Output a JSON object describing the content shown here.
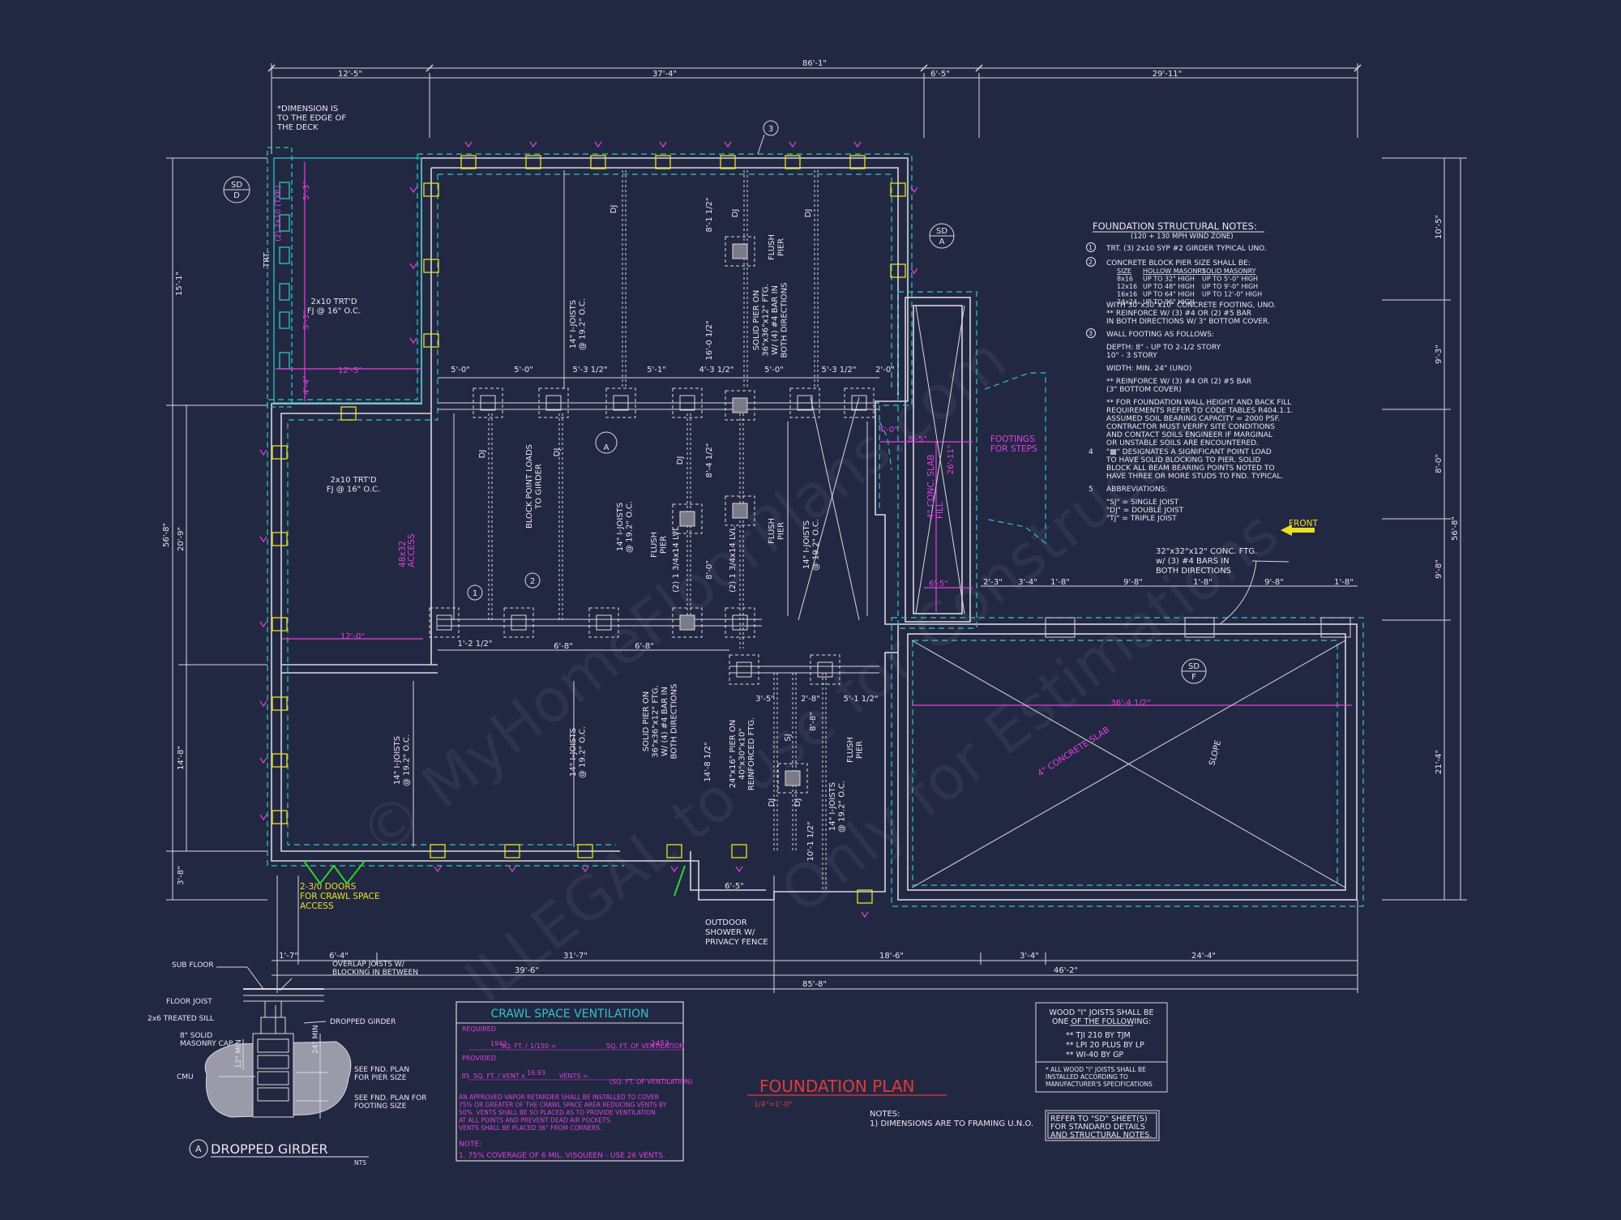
{
  "colors": {
    "background": "#232842",
    "wall": "#d8d8e0",
    "cyan": "#2ec4c4",
    "magenta": "#e040e0",
    "yellow": "#e8e020",
    "red": "#e03a3a",
    "green": "#30d030",
    "white": "#e6e6ee"
  },
  "watermark": {
    "line1": "© MyHomeFloorPlans.com",
    "line2": "ILLEGAL to use for Construction",
    "line3": "Only for Estimations"
  },
  "dimensions": {
    "top_overall": "86'-1\"",
    "top_segments": [
      "12'-5\"",
      "37'-4\"",
      "6'-5\"",
      "29'-11\""
    ],
    "bottom_segments_1": [
      "1'-7\"",
      "6'-4\"",
      "31'-7\"",
      "18'-6\"",
      "3'-4\"",
      "24'-4\""
    ],
    "bottom_segments_2": [
      "39'-6\"",
      "46'-2\""
    ],
    "bottom_overall": "85'-8\"",
    "left_outer": [
      "15'-1\"",
      "56'-8\"",
      "3'-8\""
    ],
    "left_inner": [
      "20'-9\"",
      "14'-8\""
    ],
    "right_outer": [
      "10'-5\"",
      "9'-3\"",
      "8'-0\"",
      "9'-8\"",
      "21'-4\""
    ],
    "right_overall": "56'-8\"",
    "girder_line": [
      "5'-0\"",
      "5'-0\"",
      "5'-3 1/2\"",
      "5'-1\"",
      "4'-3 1/2\"",
      "5'-0\"",
      "5'-3 1/2\"",
      "2'-0\""
    ],
    "lower_girder": [
      "1'-2 1/2\"",
      "6'-8\"",
      "6'-8\""
    ],
    "garage_top": [
      "2'-3\"",
      "3'-4\"",
      "1'-8\"",
      "9'-8\"",
      "1'-8\"",
      "9'-8\"",
      "1'-8\""
    ],
    "deck_width": "12'-5\"",
    "porch_width": "12'-0\"",
    "step_dim": "6'-5\"",
    "step_width": "8'-5\"",
    "step_height": "26'-11\"",
    "garage_width": "36'-4 1/2\"",
    "deck_left": [
      "5'-3\"",
      "5'-3\"",
      "4'-4\""
    ],
    "misc": [
      "8'-1 1/2\"",
      "16'-0 1/2\"",
      "8'-4 1/2\"",
      "8'-0\"",
      "14'-8 1/2\"",
      "3'-5\"",
      "2'-8\"",
      "5'-1 1/2\"",
      "8'-8\"",
      "10'-1 1/2\"",
      "6'-5\"",
      "4'-0\""
    ]
  },
  "plan_labels": {
    "dim_note": "*DIMENSION IS\nTO THE EDGE OF\nTHE DECK",
    "trt": "TRT.",
    "typ": "(2) 2x10\n(TYP.)",
    "deck_joists": "2x10 TRT'D\nFJ @ 16\" O.C.",
    "porch_joists": "2x10 TRT'D\nFJ @ 16\" O.C.",
    "access": "48x32\nACCESS",
    "joists_14": "14\" I-JOISTS\n@ 19.2\" O.C.",
    "dj": "DJ",
    "sj": "SJ",
    "flush_pier": "FLUSH\nPIER",
    "solid_pier": "SOLID PIER ON\n36\"x36\"x12\" FTG.\nW/ (4) #4 BAR IN\nBOTH DIRECTIONS",
    "block_loads": "BLOCK POINT LOADS\nTO GIRDER",
    "lvl": "(2) 1 3/4x14 LVL",
    "conc_slab_4": "4\" CONC. SLAB\nFILL",
    "footings_steps": "FOOTINGS\nFOR STEPS",
    "pier_24": "24\"x16\" PIER ON\n40\"x30\"x10\"\nREINFORCED FTG.",
    "concrete_slab": "4\" CONCRETE SLAB",
    "slope": "SLOPE",
    "front": "FRONT",
    "conc_ftg_32": "32\"x32\"x12\" CONC. FTG.\nw/ (3) #4 BARS IN\nBOTH DIRECTIONS",
    "crawl_doors": "2-3/0 DOORS\nFOR CRAWL SPACE\nACCESS",
    "outdoor_shower": "OUTDOOR\nSHOWER W/\nPRIVACY FENCE",
    "callout_1": "1",
    "callout_2": "2",
    "callout_3": "3",
    "section_a": "A",
    "sd_tag": "SD",
    "sd_d": "D",
    "sd_a": "A",
    "sd_f": "F"
  },
  "structural_notes": {
    "title": "FOUNDATION STRUCTURAL NOTES:",
    "subtitle": "(120 + 130 MPH WIND ZONE)",
    "n1_num": "1",
    "n1": "TRT. (3) 2x10 SYP #2 GIRDER TYPICAL UNO.",
    "n2_num": "2",
    "n2": "CONCRETE BLOCK PIER SIZE SHALL BE:",
    "pier_table": [
      [
        "SIZE",
        "HOLLOW MASONRY",
        "SOLID MASONRY"
      ],
      [
        "8x16",
        "UP TO 32\" HIGH",
        "UP TO 5'-0\" HIGH"
      ],
      [
        "12x16",
        "UP TO 48\" HIGH",
        "UP TO 9'-0\" HIGH"
      ],
      [
        "16x16",
        "UP TO 64\" HIGH",
        "UP TO 12'-0\" HIGH"
      ],
      [
        "24x24",
        "UP TO 96\" HIGH",
        ""
      ]
    ],
    "n2_after": "WITH 30\"x30\"x10\" CONCRETE FOOTING, UNO.\n** REINFORCE W/ (3) #4 OR (2) #5 BAR\nIN BOTH DIRECTIONS W/ 3\" BOTTOM COVER.",
    "n3_num": "3",
    "n3": "WALL FOOTING AS FOLLOWS:",
    "n3_depth": "DEPTH: 8\" - UP TO 2-1/2 STORY\n10\" - 3 STORY",
    "n3_width": "WIDTH: MIN. 24\" (UNO)",
    "n3_reinf": "** REINFORCE W/ (3) #4 OR (2) #5 BAR\n(3\" BOTTOM COVER)",
    "n3_wall": "** FOR FOUNDATION WALL HEIGHT AND BACK FILL\nREQUIREMENTS REFER TO CODE TABLES R404.1.1.\nASSUMED SOIL BEARING CAPACITY = 2000 PSF.\nCONTRACTOR MUST VERIFY SITE CONDITIONS\nAND CONTACT SOILS ENGINEER IF MARGINAL\nOR UNSTABLE SOILS ARE ENCOUNTERED.",
    "n4_num": "4",
    "n4": "\"▩\" DESIGNATES A SIGNIFICANT POINT LOAD\nTO HAVE SOLID BLOCKING TO PIER. SOLID\nBLOCK ALL BEAM BEARING POINTS NOTED TO\nHAVE THREE OR MORE STUDS TO FND. TYPICAL.",
    "n5_num": "5",
    "n5": "ABBREVIATIONS:",
    "n5_list": "\"SJ\" = SINGLE JOIST\n\"DJ\" = DOUBLE JOIST\n\"TJ\" = TRIPLE JOIST"
  },
  "detail": {
    "title": "DROPPED GIRDER",
    "tag": "A",
    "scale": "NTS",
    "sub_floor": "SUB FLOOR",
    "overlap": "OVERLAP JOISTS W/\nBLOCKING IN BETWEEN",
    "floor_joist": "FLOOR JOIST",
    "treated_sill": "2x6 TREATED SILL",
    "dropped_girder": "DROPPED GIRDER",
    "masonry_cap": "8\" SOLID\nMASONRY CAP",
    "min_24": "24\" MIN",
    "min_12": "12\" MIN",
    "cmu": "CMU",
    "see_pier": "SEE FND. PLAN\nFOR PIER SIZE",
    "see_footing": "SEE FND. PLAN FOR\nFOOTING SIZE"
  },
  "ventilation": {
    "title": "CRAWL SPACE VENTILATION",
    "required": "REQUIRED",
    "req_a": "1942",
    "req_b": "1/150 =",
    "req_c": "SQ. FT. OF VENTILATION",
    "req_label": "SQ. FT. /",
    "req_value": "2453",
    "provided": "PROVIDED",
    "prov_a": ".85",
    "prov_label_a": "SQ. FT. / VENT x",
    "prov_b": "16.93",
    "prov_label_b": "VENTS =",
    "prov_c": "(SQ. FT. OF VENTILATION)",
    "paragraph": "AN APPROVED VAPOR RETARDER SHALL BE INSTALLED TO COVER\n75% OR GREATER OF THE CRAWL SPACE AREA REDUCING VENTS BY\n50%. VENTS SHALL BE SO PLACED AS TO PROVIDE VENTILATION\nAT ALL POINTS AND PREVENT DEAD AIR POCKETS.\nVENTS SHALL BE PLACED 36\" FROM CORNERS.",
    "note_label": "NOTE:",
    "note": "1.  75% COVERAGE OF 6 MIL. VISQUEEN - USE  26  VENTS."
  },
  "title_block": {
    "title": "FOUNDATION PLAN",
    "scale": "1/4\"=1'-0\""
  },
  "notes": {
    "label": "NOTES:",
    "n1": "1) DIMENSIONS ARE TO FRAMING U.N.O."
  },
  "joist_box": {
    "line1": "WOOD \"I\" JOISTS SHALL BE",
    "line2": "ONE OF THE FOLLOWING:",
    "item1": "** TJI 210 BY TJM",
    "item2": "** LPI 20 PLUS BY LP",
    "item3": "** WI-40 BY GP",
    "note": "* ALL WOOD \"I\" JOISTS SHALL BE\nINSTALLED ACCORDING TO\nMANUFACTURER'S SPECIFICATIONS"
  },
  "sd_box": {
    "text": "REFER TO \"SD\" SHEET(S)\nFOR STANDARD DETAILS\nAND STRUCTURAL NOTES."
  }
}
